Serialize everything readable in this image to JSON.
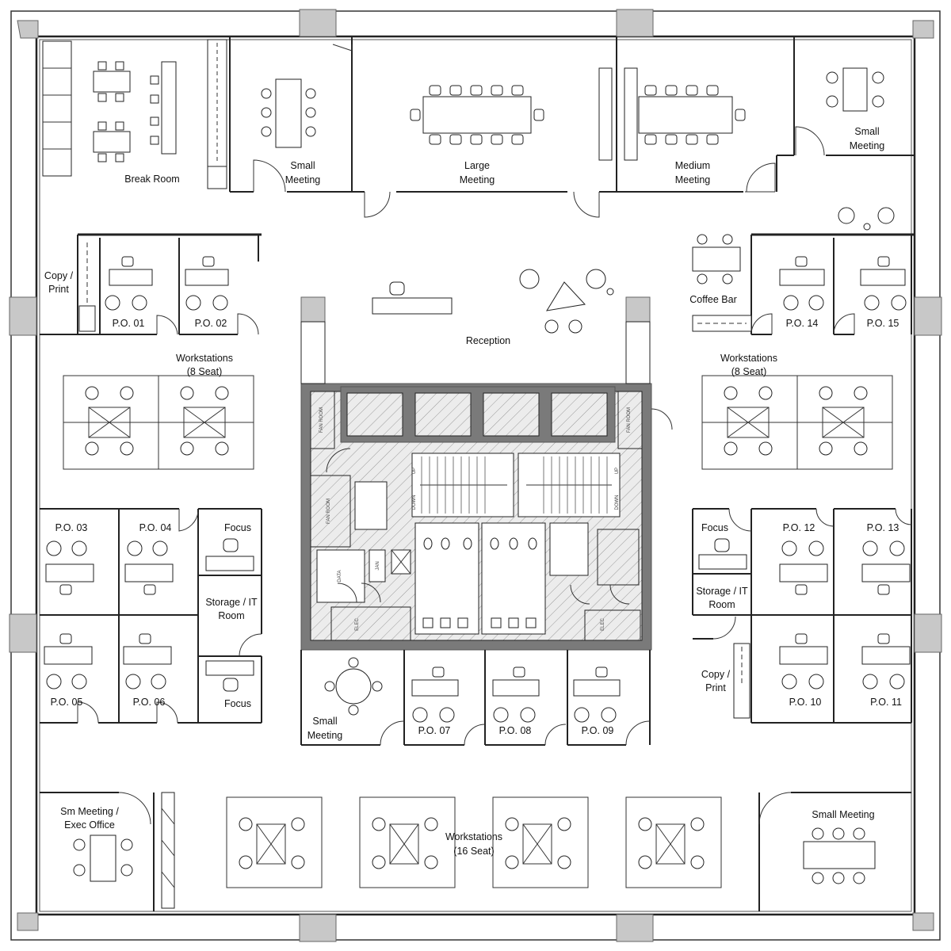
{
  "plan": {
    "rooms": {
      "break_room": "Break Room",
      "small_meeting_top_left": [
        "Small",
        "Meeting"
      ],
      "large_meeting": [
        "Large",
        "Meeting"
      ],
      "medium_meeting": [
        "Medium",
        "Meeting"
      ],
      "small_meeting_top_right": [
        "Small",
        "Meeting"
      ],
      "copy_print_left": [
        "Copy /",
        "Print"
      ],
      "reception": "Reception",
      "coffee_bar": "Coffee Bar",
      "workstations_left": [
        "Workstations",
        "(8 Seat)"
      ],
      "workstations_right": [
        "Workstations",
        "(8 Seat)"
      ],
      "storage_it_left": [
        "Storage / IT",
        "Room"
      ],
      "storage_it_right": [
        "Storage / IT",
        "Room"
      ],
      "focus_left_top": "Focus",
      "focus_left_bottom": "Focus",
      "focus_right": "Focus",
      "copy_print_right": [
        "Copy /",
        "Print"
      ],
      "small_meeting_center": [
        "Small",
        "Meeting"
      ],
      "sm_meeting_exec": [
        "Sm Meeting /",
        "Exec Office"
      ],
      "workstations_bottom": [
        "Workstations",
        "(16 Seat)"
      ],
      "small_meeting_bottom_right": "Small Meeting"
    },
    "offices": {
      "po01": "P.O. 01",
      "po02": "P.O. 02",
      "po03": "P.O. 03",
      "po04": "P.O. 04",
      "po05": "P.O. 05",
      "po06": "P.O. 06",
      "po07": "P.O. 07",
      "po08": "P.O. 08",
      "po09": "P.O. 09",
      "po10": "P.O. 10",
      "po11": "P.O. 11",
      "po12": "P.O. 12",
      "po13": "P.O. 13",
      "po14": "P.O. 14",
      "po15": "P.O. 15"
    },
    "core_labels": {
      "fan_room_left": "FAN ROOM",
      "fan_room_right": "FAN ROOM",
      "fan_room_mid": "FAN ROOM",
      "data": "DATA",
      "jan": "JAN",
      "elec_left": "ELEC",
      "elec_right": "ELEC",
      "up_left": "UP",
      "down_left": "DOWN",
      "up_right": "UP",
      "down_right": "DOWN"
    }
  }
}
